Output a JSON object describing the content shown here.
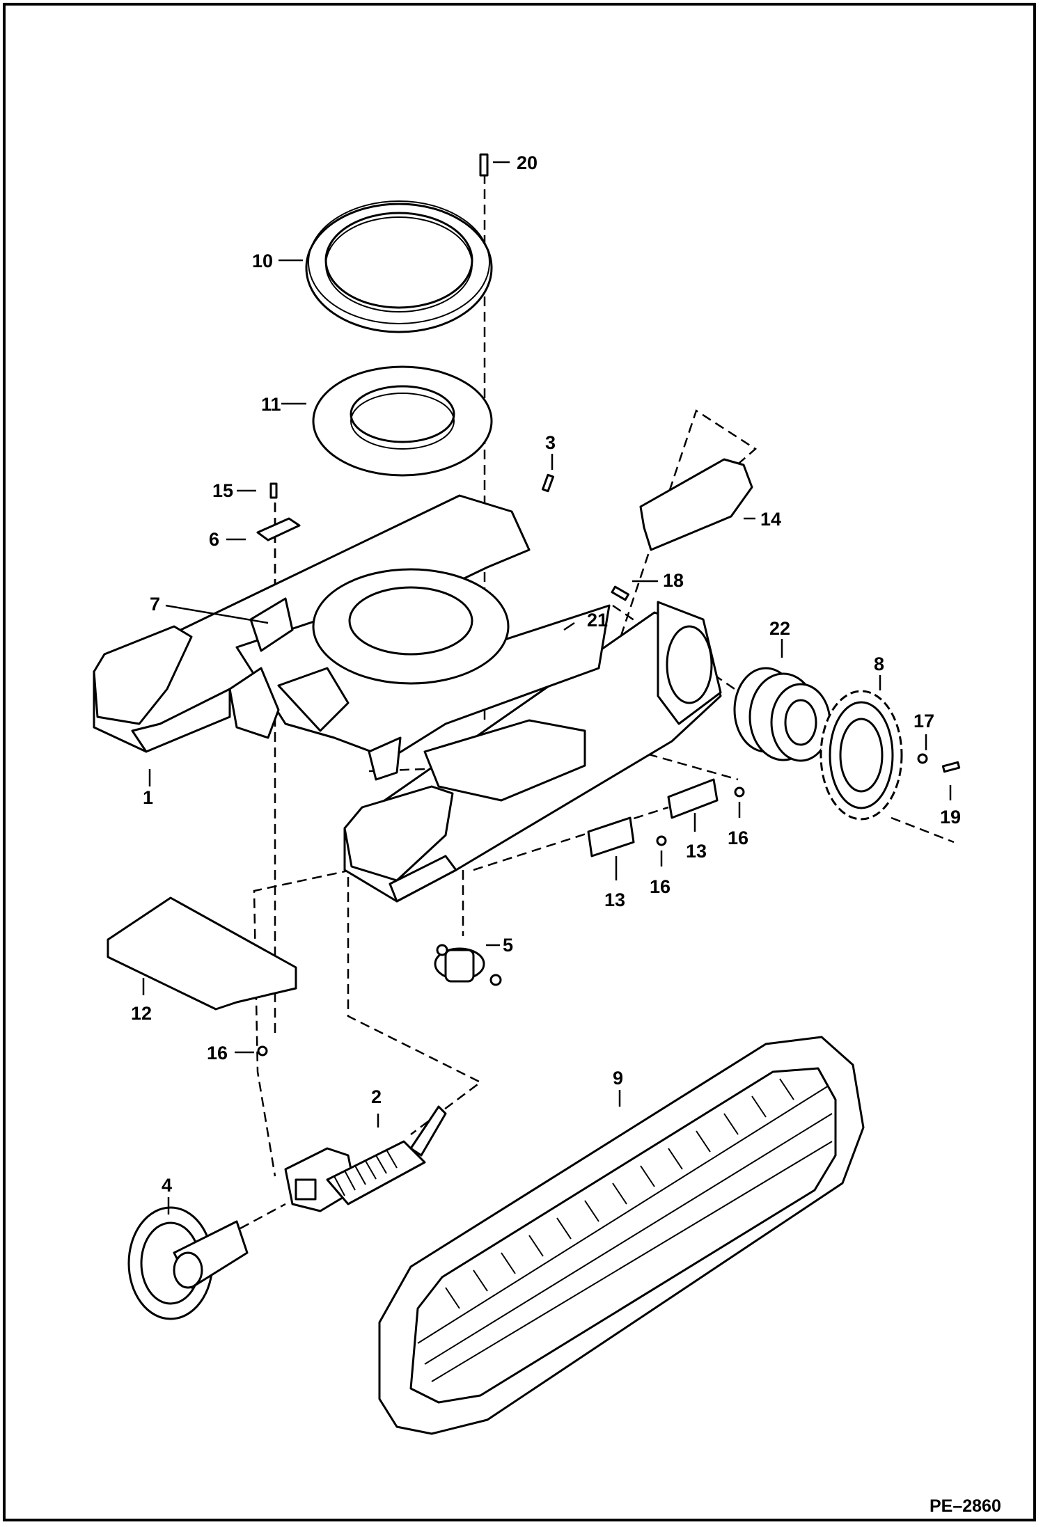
{
  "drawing_id": "PE–2860",
  "callouts": [
    {
      "id": "c1",
      "label": "1"
    },
    {
      "id": "c2",
      "label": "2"
    },
    {
      "id": "c3",
      "label": "3"
    },
    {
      "id": "c4",
      "label": "4"
    },
    {
      "id": "c5",
      "label": "5"
    },
    {
      "id": "c6",
      "label": "6"
    },
    {
      "id": "c7",
      "label": "7"
    },
    {
      "id": "c8",
      "label": "8"
    },
    {
      "id": "c9",
      "label": "9"
    },
    {
      "id": "c10",
      "label": "10"
    },
    {
      "id": "c11",
      "label": "11"
    },
    {
      "id": "c12",
      "label": "12"
    },
    {
      "id": "c13a",
      "label": "13"
    },
    {
      "id": "c13b",
      "label": "13"
    },
    {
      "id": "c14",
      "label": "14"
    },
    {
      "id": "c15",
      "label": "15"
    },
    {
      "id": "c16a",
      "label": "16"
    },
    {
      "id": "c16b",
      "label": "16"
    },
    {
      "id": "c16c",
      "label": "16"
    },
    {
      "id": "c17",
      "label": "17"
    },
    {
      "id": "c18",
      "label": "18"
    },
    {
      "id": "c19",
      "label": "19"
    },
    {
      "id": "c20",
      "label": "20"
    },
    {
      "id": "c21",
      "label": "21"
    },
    {
      "id": "c22",
      "label": "22"
    }
  ]
}
